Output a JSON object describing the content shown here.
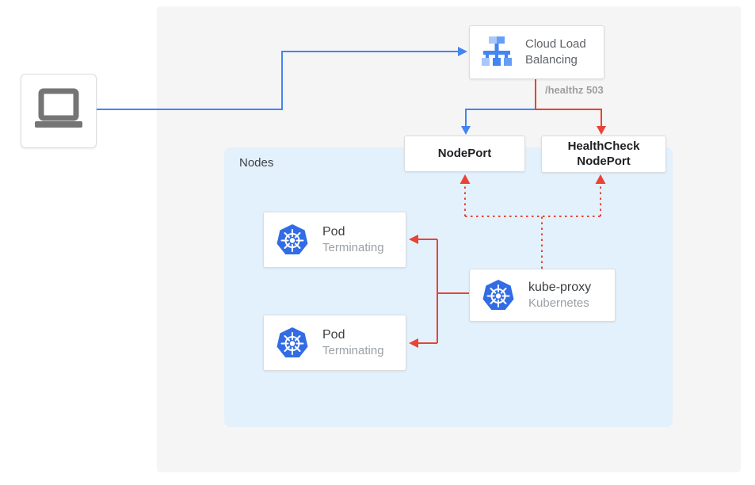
{
  "nodes_panel": {
    "label": "Nodes"
  },
  "clb": {
    "line1": "Cloud Load",
    "line2": "Balancing"
  },
  "healthz_label": "/healthz 503",
  "nodeport": {
    "label": "NodePort"
  },
  "healthcheck_nodeport": {
    "line1": "HealthCheck",
    "line2": "NodePort"
  },
  "pods": [
    {
      "title": "Pod",
      "subtitle": "Terminating"
    },
    {
      "title": "Pod",
      "subtitle": "Terminating"
    }
  ],
  "kube_proxy": {
    "title": "kube-proxy",
    "subtitle": "Kubernetes"
  },
  "icons": {
    "client": "laptop-icon",
    "clb": "cloud-load-balancing-icon",
    "pods": "kubernetes-icon",
    "kube_proxy": "kubernetes-icon"
  },
  "colors": {
    "traffic_blue": "#4285F4",
    "healthcheck_red": "#EA4335",
    "nodes_bg": "#E3F1FC",
    "panel_bg": "#F5F5F5",
    "kubernetes_blue": "#326CE5",
    "clb_icon_light_blue": "#A8C7FA",
    "clb_icon_mid_blue": "#669DF6",
    "laptop_gray": "#757575"
  }
}
